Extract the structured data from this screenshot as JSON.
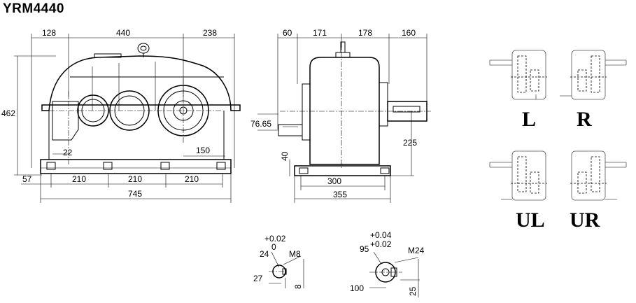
{
  "title": "YRM4440",
  "front_view": {
    "dims": {
      "left_shaft": "128",
      "center_span": "440",
      "right_span": "238",
      "height": "462",
      "foot_offset": "22",
      "shaft_offset": "150",
      "edge_left": "57",
      "pitch_1": "210",
      "pitch_2": "210",
      "pitch_3": "210",
      "total_length": "745"
    }
  },
  "side_view": {
    "dims": {
      "top_a": "60",
      "top_b": "171",
      "top_c": "178",
      "top_d": "160",
      "shaft_height": "76.65",
      "foot_height": "40",
      "output_height": "225",
      "foot_inner": "300",
      "foot_outer": "355"
    }
  },
  "shaft_details": {
    "input": {
      "tol_upper": "+0.02",
      "tol_lower": "0",
      "diameter": "24",
      "thread": "M8",
      "key_height": "27",
      "key_width": "8"
    },
    "output": {
      "tol_upper": "+0.04",
      "tol_lower": "+0.02",
      "diameter": "95",
      "thread": "M24",
      "key_height": "100",
      "key_width": "25"
    }
  },
  "mounting_positions": [
    "L",
    "R",
    "UL",
    "UR"
  ]
}
